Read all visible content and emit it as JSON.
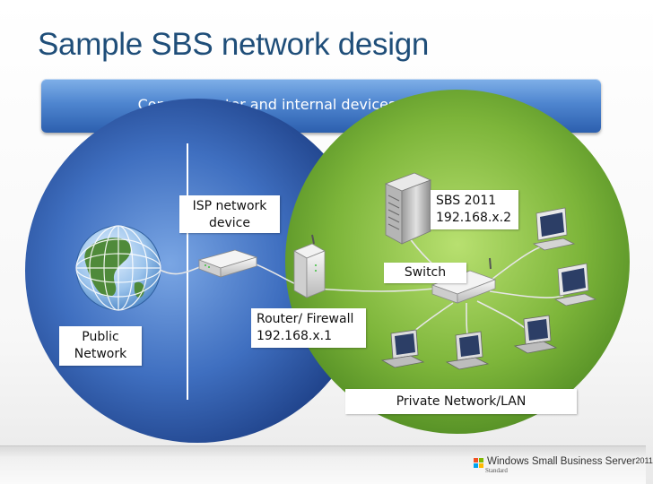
{
  "slide": {
    "title": "Sample SBS network design"
  },
  "banner": {
    "text": "Connect router and internal devices to the Internet"
  },
  "labels": {
    "isp": "ISP network device",
    "sbs": "SBS 2011\n192.168.x.2",
    "switch": "Switch",
    "router": "Router/ Firewall\n192.168.x.1",
    "public": "Public\nNetwork",
    "private": "Private Network/LAN"
  },
  "footer": {
    "brand": "Windows Small Business Server",
    "brand_year": "2011",
    "edition": "Standard"
  },
  "colors": {
    "title": "#1f4e79",
    "public_zone": "#3a66b8",
    "private_zone": "#7ab43c",
    "banner": "#4f86d0"
  },
  "icons": [
    "globe-icon",
    "isp-modem-icon",
    "router-icon",
    "server-icon",
    "switch-icon",
    "desktop-computer-icon",
    "laptop-icon",
    "windows-logo-icon"
  ]
}
